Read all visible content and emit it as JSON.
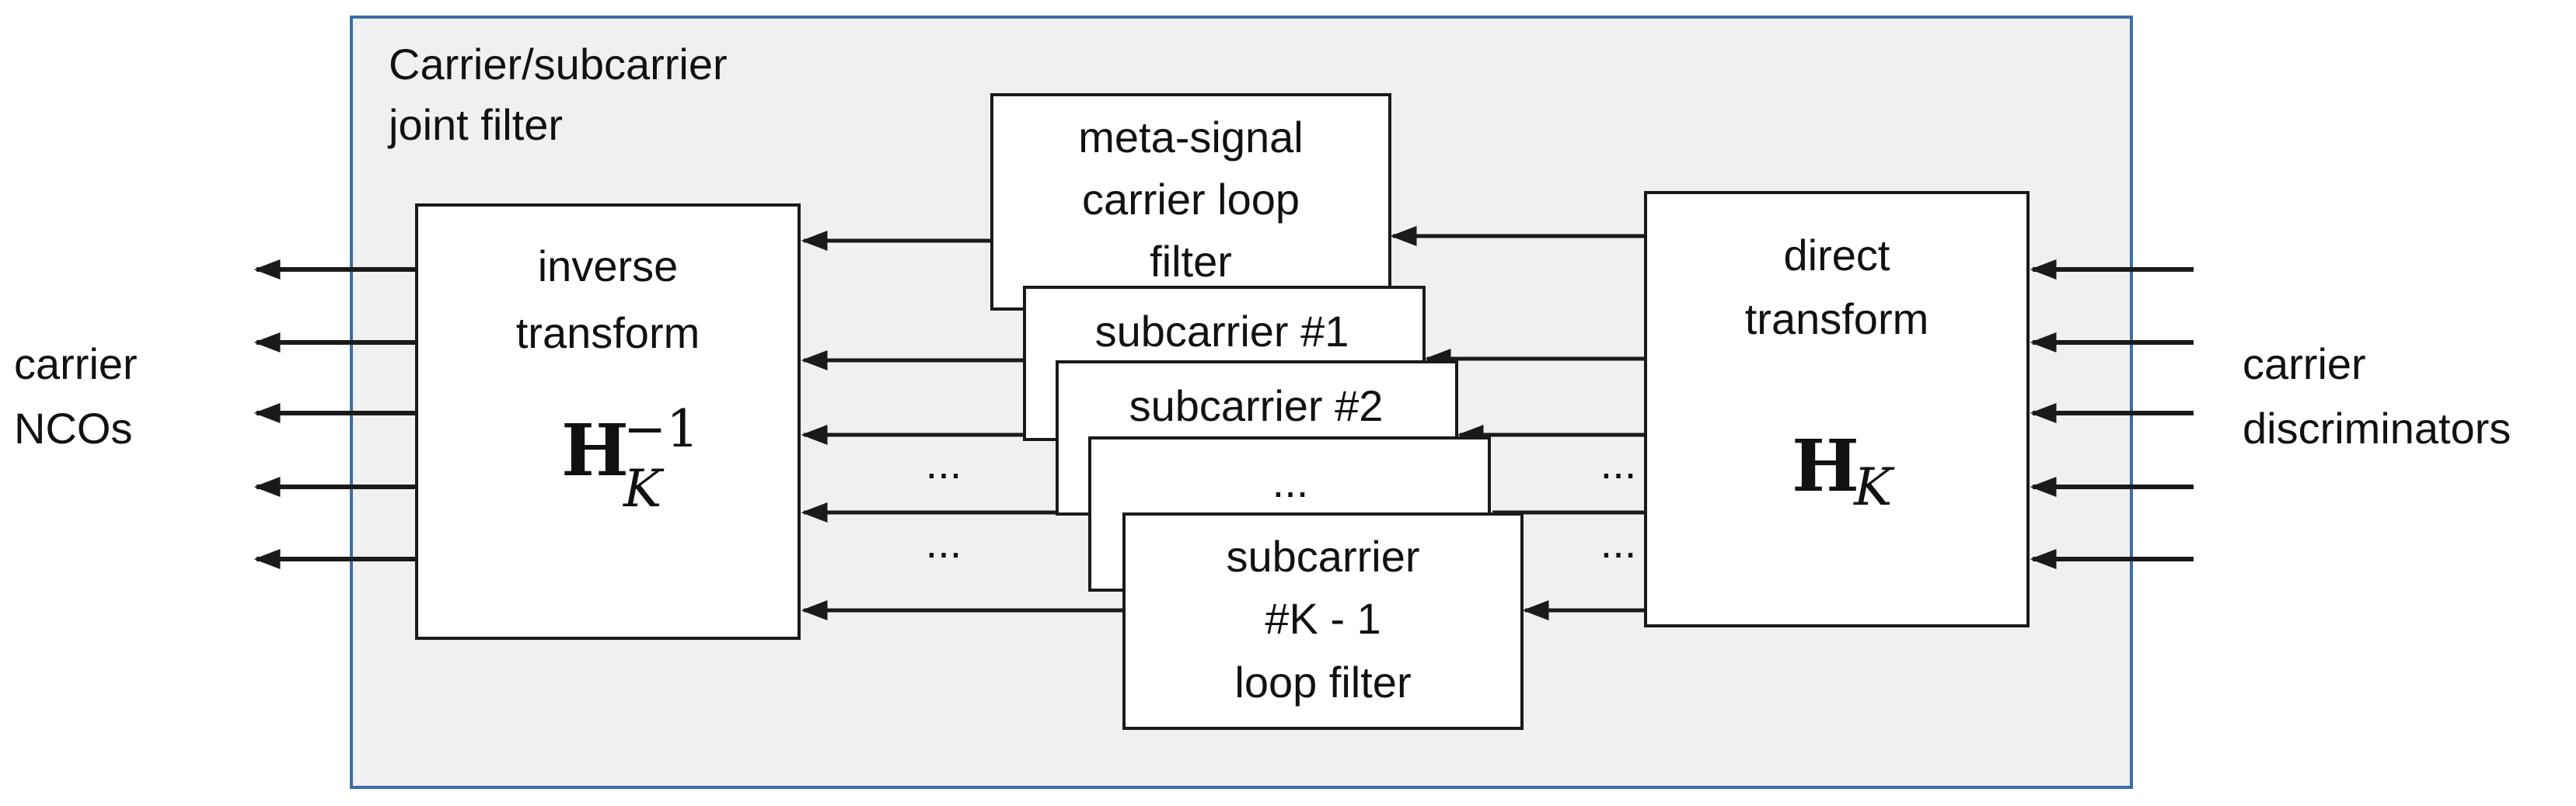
{
  "container": {
    "title_line1": "Carrier/subcarrier",
    "title_line2": "joint filter"
  },
  "left_label": {
    "line1": "carrier",
    "line2": "NCOs"
  },
  "right_label": {
    "line1": "carrier",
    "line2": "discriminators"
  },
  "inverse_block": {
    "line1": "inverse",
    "line2": "transform",
    "symbol": "H",
    "subscript": "K",
    "superscript": "−1"
  },
  "direct_block": {
    "line1": "direct",
    "line2": "transform",
    "symbol": "H",
    "subscript": "K"
  },
  "filters": {
    "meta": {
      "line1": "meta-signal",
      "line2": "carrier loop",
      "line3": "filter"
    },
    "sub1": "subcarrier #1",
    "sub2": "subcarrier #2",
    "sub_mid": "...",
    "last": {
      "line1": "subcarrier",
      "line2": "#K - 1",
      "line3": "loop filter"
    }
  },
  "ellipsis": "...",
  "colors": {
    "container_border": "#3b6ea5",
    "container_fill": "#f0f0f0",
    "stroke": "#1a1a1a"
  }
}
